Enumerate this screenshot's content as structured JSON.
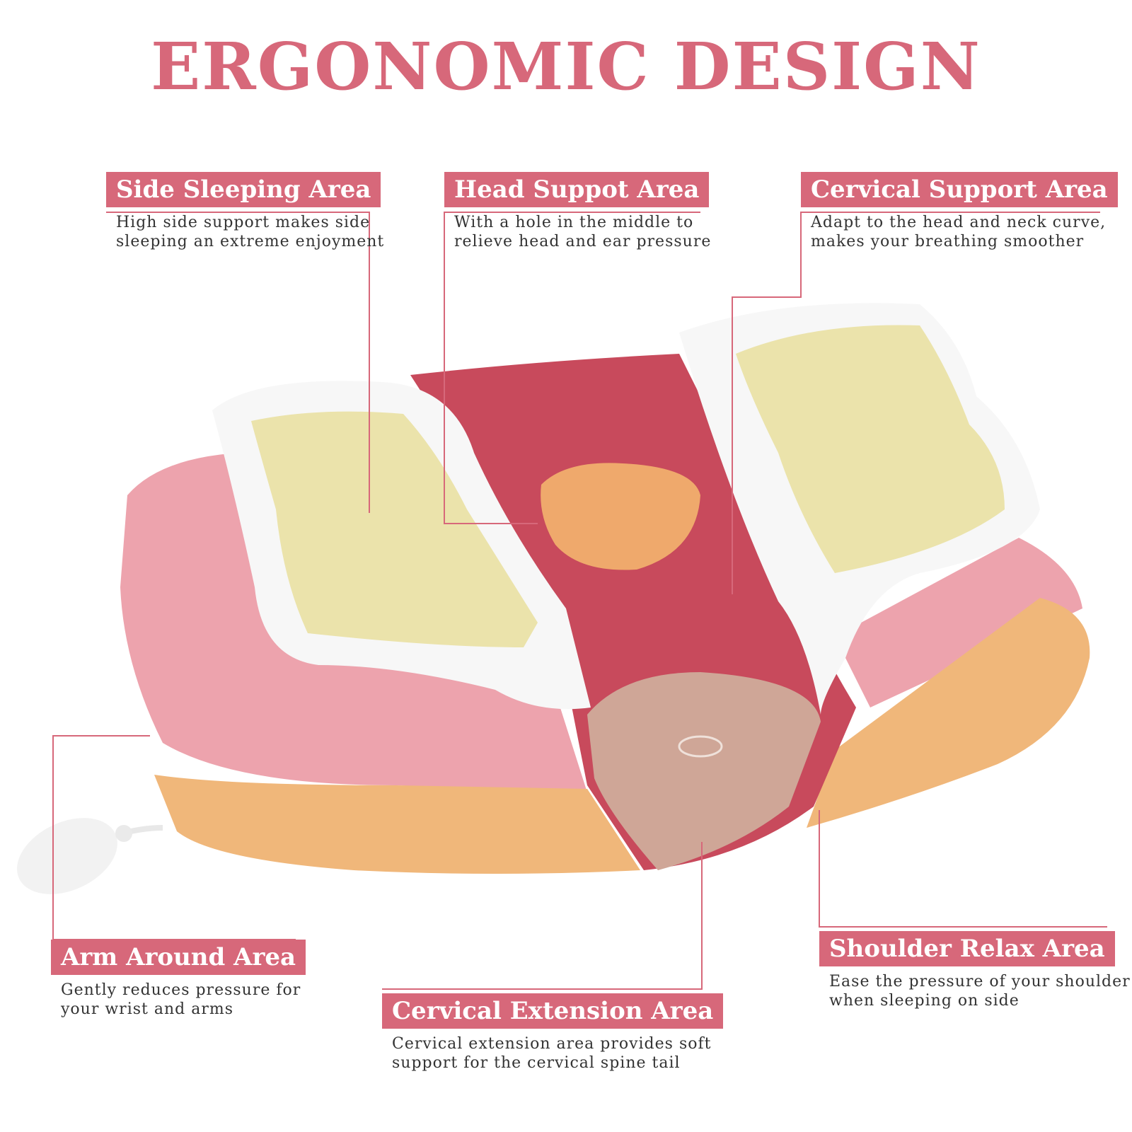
{
  "title": "ERGONOMIC DESIGN",
  "colors": {
    "accent": "#d7687a",
    "pink_area": "#eda3ad",
    "red_center": "#c84a5c",
    "orange_area": "#f0b77a",
    "yellow_area": "#ebe3ab",
    "hole": "#efa96c",
    "tan_area": "#cfa697",
    "white_top": "#f7f7f7"
  },
  "callouts": [
    {
      "id": "side",
      "label": "Side Sleeping Area",
      "desc": "High side support makes side\nsleeping an extreme enjoyment"
    },
    {
      "id": "head",
      "label": "Head Suppot Area",
      "desc": "With a hole in the middle to\nrelieve head and ear pressure"
    },
    {
      "id": "cervical",
      "label": "Cervical Support Area",
      "desc": "Adapt to the head and neck curve,\nmakes your breathing smoother"
    },
    {
      "id": "arm",
      "label": "Arm Around Area",
      "desc": "Gently reduces pressure for\nyour wrist and arms"
    },
    {
      "id": "extension",
      "label": "Cervical Extension Area",
      "desc": "Cervical extension area provides soft\nsupport for the cervical spine tail"
    },
    {
      "id": "shoulder",
      "label": "Shoulder Relax Area",
      "desc": "Ease the pressure of your shoulder\nwhen sleeping on side"
    }
  ]
}
